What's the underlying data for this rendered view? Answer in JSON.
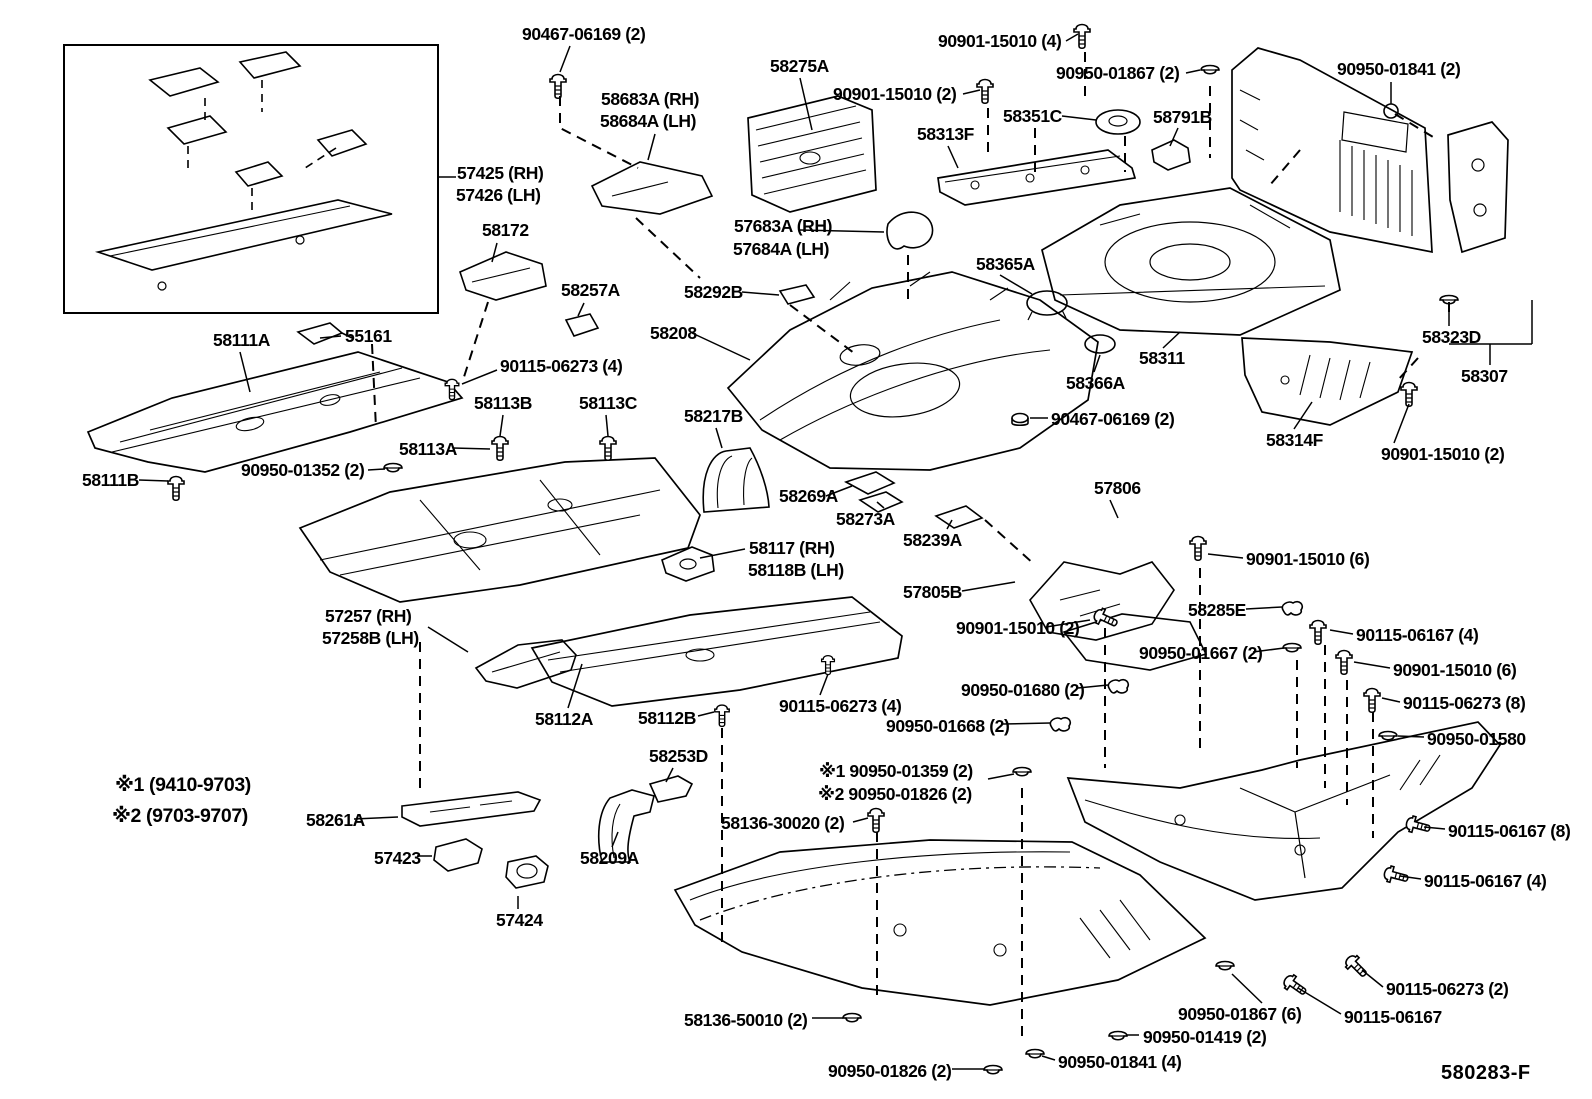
{
  "diagram": {
    "code": "580283-F",
    "footnotes": {
      "note1": "※1 (9410-9703)",
      "note2": "※2 (9703-9707)"
    },
    "labels": [
      "90467-06169 (2)",
      "90901-15010 (4)",
      "58275A",
      "90950-01841 (2)",
      "90950-01867 (2)",
      "90901-15010 (2)",
      "58683A (RH)",
      "58351C",
      "58791B",
      "58684A (LH)",
      "58313F",
      "57425 (RH)",
      "57426 (LH)",
      "57683A (RH)",
      "58172",
      "57684A (LH)",
      "58365A",
      "58257A",
      "58292B",
      "58208",
      "58111A",
      "55161",
      "58323D",
      "58311",
      "90115-06273 (4)",
      "58307",
      "58366A",
      "58113B",
      "58113C",
      "58217B",
      "90467-06169 (2)",
      "58314F",
      "58113A",
      "90901-15010 (2)",
      "90950-01352 (2)",
      "58111B",
      "57806",
      "58269A",
      "58273A",
      "58239A",
      "58117 (RH)",
      "90901-15010 (6)",
      "58118B (LH)",
      "57805B",
      "58285E",
      "57257 (RH)",
      "90901-15010 (2)",
      "90115-06167 (4)",
      "57258B (LH)",
      "90950-01667 (2)",
      "90901-15010 (6)",
      "90950-01680 (2)",
      "90115-06273 (8)",
      "90115-06273 (4)",
      "58112B",
      "58112A",
      "90950-01668 (2)",
      "90950-01580",
      "58253D",
      "※1 90950-01359 (2)",
      "※2 90950-01826 (2)",
      "58261A",
      "58136-30020 (2)",
      "90115-06167 (8)",
      "57423",
      "58209A",
      "90115-06167 (4)",
      "57424",
      "90115-06273 (2)",
      "90115-06167",
      "90950-01867 (6)",
      "58136-50010 (2)",
      "90950-01419 (2)",
      "90950-01841 (4)",
      "90950-01826 (2)"
    ]
  }
}
